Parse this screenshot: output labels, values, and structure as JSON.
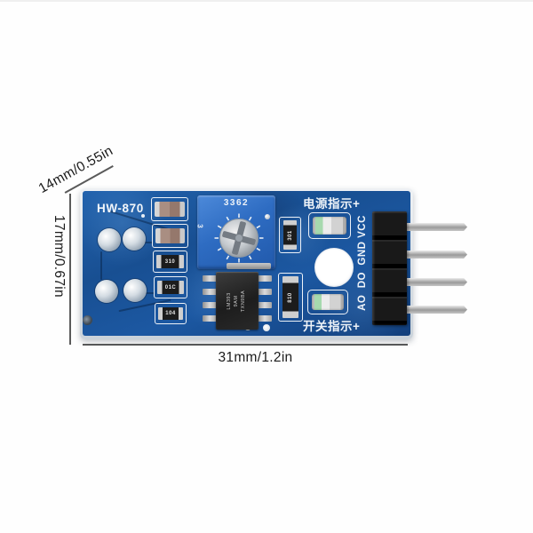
{
  "dimensions": {
    "width_label": "31mm/1.2in",
    "height_label": "17mm/0.67in",
    "depth_label": "14mm/0.55in"
  },
  "board": {
    "model": "HW-870",
    "silkscreen": {
      "power_indicator": "电源指示+",
      "switch_indicator": "开关指示+",
      "pin_labels": "AO  DO  GND VCC"
    },
    "potentiometer": {
      "top_marking": "3362",
      "side_marking": "3"
    },
    "chip": {
      "line1": "LM393",
      "line2": "9AM",
      "line3": "TXN9BA"
    },
    "smd_markings": {
      "r1": "310",
      "r2": "01C",
      "r3": "104",
      "r4": "301",
      "r5": "810"
    }
  },
  "colors": {
    "background": "#fefefe",
    "pcb_blue": "#1a55a0",
    "potentiometer_blue": "#2f6fc7",
    "silkscreen_white": "#eef3f8",
    "dimension_line": "#5a5a5a",
    "header_black": "#151515",
    "pin_silver": "#c0c0c0"
  }
}
